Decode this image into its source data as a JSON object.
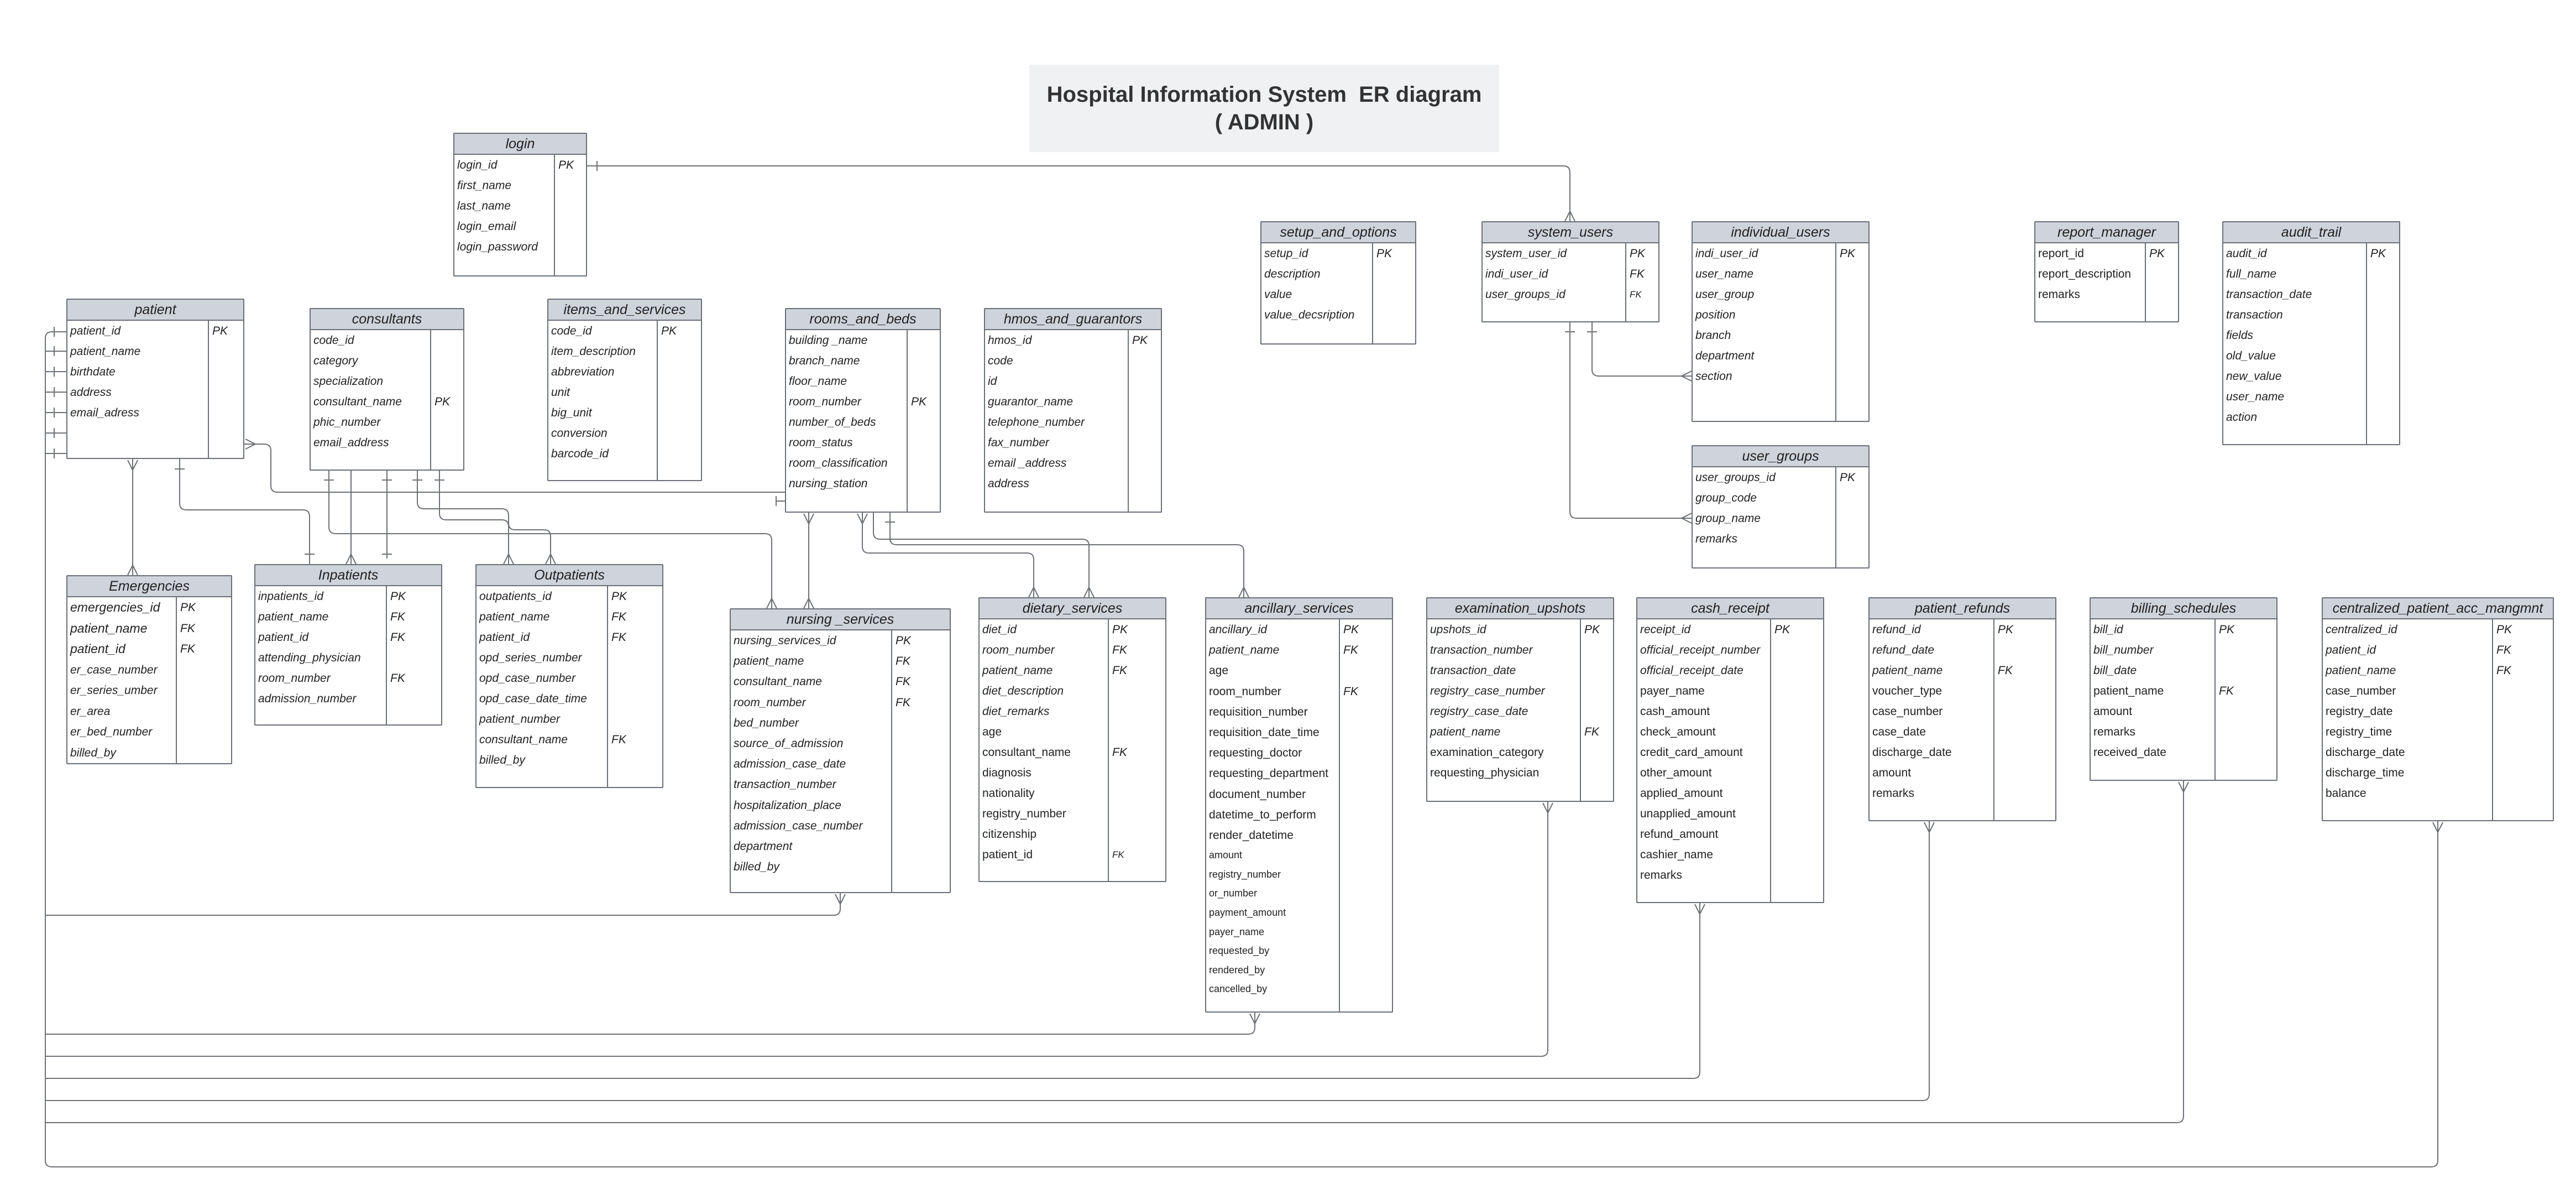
{
  "title": {
    "line1": "Hospital Information System  ER diagram",
    "line2": "( ADMIN )"
  },
  "colors": {
    "header_fill": "#cfd3da",
    "border": "#6a6f78",
    "title_box": "#f0f1f3",
    "connector": "#6d7075"
  },
  "entities": {
    "login": {
      "name": "login",
      "fields": [
        {
          "name": "login_id",
          "key": "PK"
        },
        {
          "name": "first_name",
          "key": ""
        },
        {
          "name": "last_name",
          "key": ""
        },
        {
          "name": "login_email",
          "key": ""
        },
        {
          "name": "login_password",
          "key": ""
        }
      ]
    },
    "patient": {
      "name": "patient",
      "fields": [
        {
          "name": "patient_id",
          "key": "PK"
        },
        {
          "name": "patient_name",
          "key": ""
        },
        {
          "name": "birthdate",
          "key": ""
        },
        {
          "name": "address",
          "key": ""
        },
        {
          "name": "email_adress",
          "key": ""
        }
      ]
    },
    "consultants": {
      "name": "consultants",
      "fields": [
        {
          "name": "code_id",
          "key": ""
        },
        {
          "name": "category",
          "key": ""
        },
        {
          "name": "specialization",
          "key": ""
        },
        {
          "name": "consultant_name",
          "key": "PK"
        },
        {
          "name": "phic_number",
          "key": ""
        },
        {
          "name": "email_address",
          "key": ""
        }
      ]
    },
    "items_and_services": {
      "name": "items_and_services",
      "fields": [
        {
          "name": "code_id",
          "key": "PK"
        },
        {
          "name": "item_description",
          "key": ""
        },
        {
          "name": "abbreviation",
          "key": ""
        },
        {
          "name": "unit",
          "key": ""
        },
        {
          "name": "big_unit",
          "key": ""
        },
        {
          "name": "conversion",
          "key": ""
        },
        {
          "name": "barcode_id",
          "key": ""
        }
      ]
    },
    "rooms_and_beds": {
      "name": "rooms_and_beds",
      "fields": [
        {
          "name": "building _name",
          "key": ""
        },
        {
          "name": "branch_name",
          "key": ""
        },
        {
          "name": "floor_name",
          "key": ""
        },
        {
          "name": "room_number",
          "key": "PK"
        },
        {
          "name": "number_of_beds",
          "key": ""
        },
        {
          "name": "room_status",
          "key": ""
        },
        {
          "name": "room_classification",
          "key": ""
        },
        {
          "name": " nursing_station",
          "key": ""
        }
      ]
    },
    "hmos_and_guarantors": {
      "name": "hmos_and_guarantors",
      "fields": [
        {
          "name": "hmos_id",
          "key": "PK"
        },
        {
          "name": "code",
          "key": ""
        },
        {
          "name": "id",
          "key": ""
        },
        {
          "name": "guarantor_name",
          "key": ""
        },
        {
          "name": "telephone_number",
          "key": ""
        },
        {
          "name": "fax_number",
          "key": ""
        },
        {
          "name": "email _address",
          "key": ""
        },
        {
          "name": "address",
          "key": ""
        }
      ]
    },
    "setup_and_options": {
      "name": "setup_and_options",
      "fields": [
        {
          "name": "setup_id",
          "key": "PK"
        },
        {
          "name": "description",
          "key": ""
        },
        {
          "name": "value",
          "key": ""
        },
        {
          "name": "value_decsription",
          "key": ""
        }
      ]
    },
    "system_users": {
      "name": "system_users",
      "fields": [
        {
          "name": "system_user_id",
          "key": "PK"
        },
        {
          "name": "indi_user_id",
          "key": "FK"
        },
        {
          "name": "user_groups_id",
          "key": "FK"
        }
      ]
    },
    "individual_users": {
      "name": "individual_users",
      "fields": [
        {
          "name": "indi_user_id",
          "key": "PK"
        },
        {
          "name": "user_name",
          "key": ""
        },
        {
          "name": "user_group",
          "key": ""
        },
        {
          "name": "position",
          "key": ""
        },
        {
          "name": "branch",
          "key": ""
        },
        {
          "name": "department",
          "key": ""
        },
        {
          "name": "section",
          "key": ""
        }
      ]
    },
    "user_groups": {
      "name": "user_groups",
      "fields": [
        {
          "name": "user_groups_id",
          "key": "PK"
        },
        {
          "name": "group_code",
          "key": ""
        },
        {
          "name": "group_name",
          "key": ""
        },
        {
          "name": "remarks",
          "key": ""
        }
      ]
    },
    "report_manager": {
      "name": "report_manager",
      "fields": [
        {
          "name": "report_id",
          "key": "PK"
        },
        {
          "name": "report_description",
          "key": ""
        },
        {
          "name": "remarks",
          "key": ""
        }
      ]
    },
    "audit_trail": {
      "name": "audit_trail",
      "fields": [
        {
          "name": "audit_id",
          "key": "PK"
        },
        {
          "name": "full_name",
          "key": ""
        },
        {
          "name": "transaction_date",
          "key": ""
        },
        {
          "name": "transaction",
          "key": ""
        },
        {
          "name": "fields",
          "key": ""
        },
        {
          "name": "old_value",
          "key": ""
        },
        {
          "name": "new_value",
          "key": ""
        },
        {
          "name": "user_name",
          "key": ""
        },
        {
          "name": "action",
          "key": ""
        }
      ]
    },
    "emergencies": {
      "name": "Emergencies",
      "fields": [
        {
          "name": "emergencies_id",
          "key": "PK"
        },
        {
          "name": "patient_name",
          "key": "FK"
        },
        {
          "name": "patient_id",
          "key": "FK"
        },
        {
          "name": "er_case_number",
          "key": ""
        },
        {
          "name": "er_series_umber",
          "key": ""
        },
        {
          "name": "er_area",
          "key": ""
        },
        {
          "name": "er_bed_number",
          "key": ""
        },
        {
          "name": "billed_by",
          "key": ""
        }
      ]
    },
    "inpatients": {
      "name": "Inpatients",
      "fields": [
        {
          "name": "inpatients_id",
          "key": "PK"
        },
        {
          "name": "patient_name",
          "key": "FK"
        },
        {
          "name": "patient_id",
          "key": "FK"
        },
        {
          "name": "attending_physician",
          "key": ""
        },
        {
          "name": "room_number",
          "key": "FK"
        },
        {
          "name": "admission_number",
          "key": ""
        }
      ]
    },
    "outpatients": {
      "name": "Outpatients",
      "fields": [
        {
          "name": "outpatients_id",
          "key": "PK"
        },
        {
          "name": "patient_name",
          "key": "FK"
        },
        {
          "name": "patient_id",
          "key": "FK"
        },
        {
          "name": "opd_series_number",
          "key": ""
        },
        {
          "name": "opd_case_number",
          "key": ""
        },
        {
          "name": "opd_case_date_time",
          "key": ""
        },
        {
          "name": "patient_number",
          "key": ""
        },
        {
          "name": "consultant_name",
          "key": "FK"
        },
        {
          "name": "billed_by",
          "key": ""
        }
      ]
    },
    "nursing_services": {
      "name": "nursing _services",
      "fields": [
        {
          "name": "nursing_services_id",
          "key": "PK"
        },
        {
          "name": "patient_name",
          "key": "FK"
        },
        {
          "name": "consultant_name",
          "key": "FK"
        },
        {
          "name": "room_number",
          "key": "FK"
        },
        {
          "name": "bed_number",
          "key": ""
        },
        {
          "name": "source_of_admission",
          "key": ""
        },
        {
          "name": "admission_case_date",
          "key": ""
        },
        {
          "name": "transaction_number",
          "key": ""
        },
        {
          "name": "hospitalization_place",
          "key": ""
        },
        {
          "name": "admission_case_number",
          "key": ""
        },
        {
          "name": "department",
          "key": ""
        },
        {
          "name": "billed_by",
          "key": ""
        }
      ]
    },
    "dietary_services": {
      "name": "dietary_services",
      "fields": [
        {
          "name": "diet_id",
          "key": "PK"
        },
        {
          "name": "room_number",
          "key": "FK"
        },
        {
          "name": "patient_name",
          "key": "FK"
        },
        {
          "name": "diet_description",
          "key": ""
        },
        {
          "name": "diet_remarks",
          "key": ""
        },
        {
          "name": "age",
          "key": ""
        },
        {
          "name": "consultant_name",
          "key": "FK"
        },
        {
          "name": "diagnosis",
          "key": ""
        },
        {
          "name": "nationality",
          "key": ""
        },
        {
          "name": "registry_number",
          "key": ""
        },
        {
          "name": "citizenship",
          "key": ""
        },
        {
          "name": "patient_id",
          "key": "FK"
        }
      ]
    },
    "ancillary_services": {
      "name": "ancillary_services",
      "fields": [
        {
          "name": "ancillary_id",
          "key": "PK"
        },
        {
          "name": "patient_name",
          "key": "FK"
        },
        {
          "name": "age",
          "key": ""
        },
        {
          "name": "room_number",
          "key": "FK"
        },
        {
          "name": "requisition_number",
          "key": ""
        },
        {
          "name": "requisition_date_time",
          "key": ""
        },
        {
          "name": "requesting_doctor",
          "key": ""
        },
        {
          "name": "requesting_department",
          "key": ""
        },
        {
          "name": "document_number",
          "key": ""
        },
        {
          "name": "datetime_to_perform",
          "key": ""
        },
        {
          "name": "render_datetime",
          "key": ""
        },
        {
          "name": "amount",
          "key": ""
        },
        {
          "name": "registry_number",
          "key": ""
        },
        {
          "name": "or_number",
          "key": ""
        },
        {
          "name": "payment_amount",
          "key": ""
        },
        {
          "name": "payer_name",
          "key": ""
        },
        {
          "name": "requested_by",
          "key": ""
        },
        {
          "name": "rendered_by",
          "key": ""
        },
        {
          "name": "cancelled_by",
          "key": ""
        }
      ]
    },
    "examination_upshots": {
      "name": "examination_upshots",
      "fields": [
        {
          "name": "upshots_id",
          "key": "PK"
        },
        {
          "name": "transaction_number",
          "key": ""
        },
        {
          "name": "transaction_date",
          "key": ""
        },
        {
          "name": "registry_case_number",
          "key": ""
        },
        {
          "name": "registry_case_date",
          "key": ""
        },
        {
          "name": "patient_name",
          "key": "FK"
        },
        {
          "name": "examination_category",
          "key": ""
        },
        {
          "name": "requesting_physician",
          "key": ""
        }
      ]
    },
    "cash_receipt": {
      "name": "cash_receipt",
      "fields": [
        {
          "name": "receipt_id",
          "key": "PK"
        },
        {
          "name": "official_receipt_number",
          "key": ""
        },
        {
          "name": "official_receipt_date",
          "key": ""
        },
        {
          "name": "payer_name",
          "key": ""
        },
        {
          "name": "cash_amount",
          "key": ""
        },
        {
          "name": "check_amount",
          "key": ""
        },
        {
          "name": "credit_card_amount",
          "key": ""
        },
        {
          "name": "other_amount",
          "key": ""
        },
        {
          "name": "applied_amount",
          "key": ""
        },
        {
          "name": "unapplied_amount",
          "key": ""
        },
        {
          "name": "refund_amount",
          "key": ""
        },
        {
          "name": "cashier_name",
          "key": ""
        },
        {
          "name": "remarks",
          "key": ""
        }
      ]
    },
    "patient_refunds": {
      "name": "patient_refunds",
      "fields": [
        {
          "name": "refund_id",
          "key": "PK"
        },
        {
          "name": "refund_date",
          "key": ""
        },
        {
          "name": "patient_name",
          "key": "FK"
        },
        {
          "name": "voucher_type",
          "key": ""
        },
        {
          "name": "case_number",
          "key": ""
        },
        {
          "name": "case_date",
          "key": ""
        },
        {
          "name": "discharge_date",
          "key": ""
        },
        {
          "name": "amount",
          "key": ""
        },
        {
          "name": "remarks",
          "key": ""
        }
      ]
    },
    "billing_schedules": {
      "name": "billing_schedules",
      "fields": [
        {
          "name": "bill_id",
          "key": "PK"
        },
        {
          "name": "bill_number",
          "key": ""
        },
        {
          "name": "bill_date",
          "key": ""
        },
        {
          "name": "patient_name",
          "key": "FK"
        },
        {
          "name": "amount",
          "key": ""
        },
        {
          "name": "remarks",
          "key": ""
        },
        {
          "name": "received_date",
          "key": ""
        }
      ]
    },
    "centralized": {
      "name": "centralized_patient_acc_mangmnt",
      "fields": [
        {
          "name": "centralized_id",
          "key": "PK"
        },
        {
          "name": "patient_id",
          "key": "FK"
        },
        {
          "name": "patient_name",
          "key": "FK"
        },
        {
          "name": "case_number",
          "key": ""
        },
        {
          "name": "registry_date",
          "key": ""
        },
        {
          "name": "registry_time",
          "key": ""
        },
        {
          "name": "discharge_date",
          "key": ""
        },
        {
          "name": "discharge_time",
          "key": ""
        },
        {
          "name": "balance",
          "key": ""
        }
      ]
    }
  }
}
